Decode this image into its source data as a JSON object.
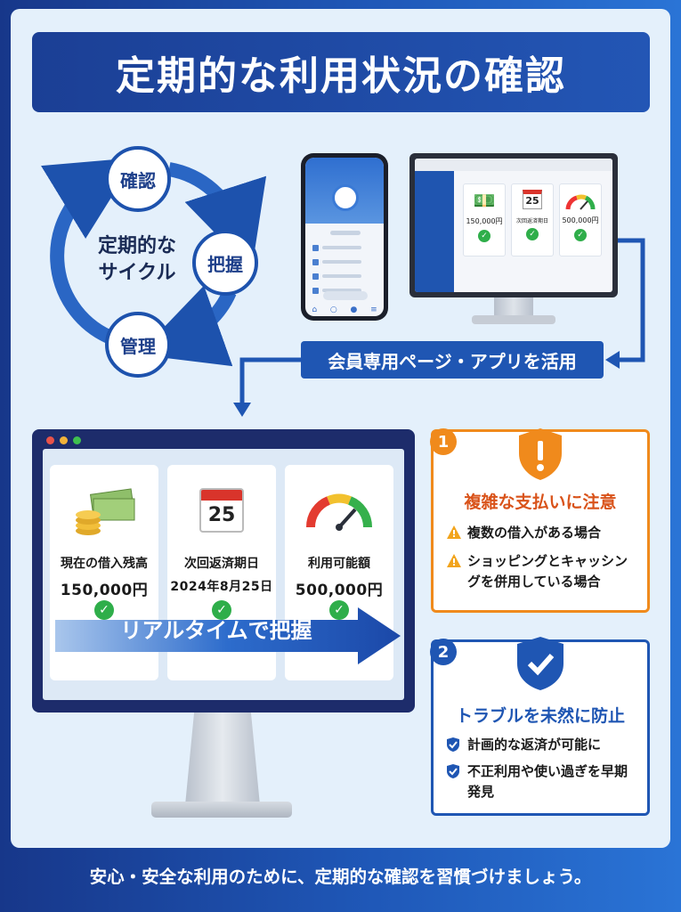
{
  "title": "定期的な利用状況の確認",
  "cycle": {
    "nodes": [
      "確認",
      "把握",
      "管理"
    ],
    "center_line1": "定期的な",
    "center_line2": "サイクル"
  },
  "small_monitor": {
    "cards": [
      {
        "value": "150,000円",
        "icon": "money-icon"
      },
      {
        "value": "次回返済期日",
        "icon": "calendar-icon",
        "date": "25"
      },
      {
        "value": "500,000円",
        "icon": "gauge-icon"
      }
    ]
  },
  "member_label": "会員専用ページ・アプリを活用",
  "dashboard": {
    "cards": [
      {
        "label": "現在の借入残高",
        "value": "150,000円",
        "icon": "money-icon"
      },
      {
        "label": "次回返済期日",
        "value": "2024年8月25日",
        "icon": "calendar-icon",
        "date": "25"
      },
      {
        "label": "利用可能額",
        "value": "500,000円",
        "icon": "gauge-icon"
      }
    ],
    "realtime_label": "リアルタイムで把握"
  },
  "warning_box": {
    "number": "1",
    "title": "複雑な支払いに注意",
    "items": [
      "複数の借入がある場合",
      "ショッピングとキャッシングを併用している場合"
    ],
    "accent": "#f08a1c",
    "title_color": "#d9531a"
  },
  "prevent_box": {
    "number": "2",
    "title": "トラブルを未然に防止",
    "items": [
      "計画的な返済が可能に",
      "不正利用や使い過ぎを早期発見"
    ],
    "accent": "#1f56b3"
  },
  "footer": "安心・安全な利用のために、定期的な確認を習慣づけましょう。"
}
